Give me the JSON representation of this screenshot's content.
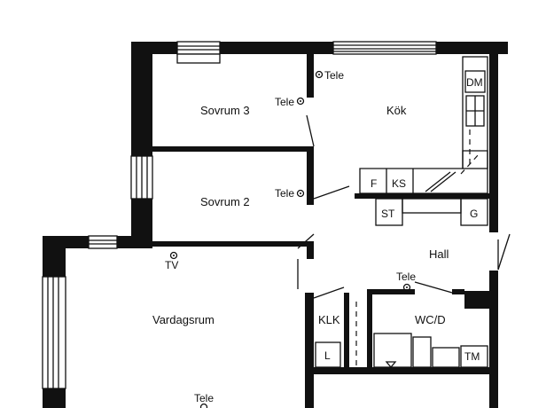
{
  "rooms": {
    "sovrum3": "Sovrum 3",
    "kok": "Kök",
    "sovrum2": "Sovrum 2",
    "hall": "Hall",
    "vardagsrum": "Vardagsrum",
    "wcd": "WC/D",
    "klk": "KLK"
  },
  "fixtures": {
    "dm": "DM",
    "f": "F",
    "ks": "KS",
    "st": "ST",
    "g": "G",
    "l": "L",
    "tm": "TM"
  },
  "outlets": {
    "tele_label": "Tele",
    "tv_label": "TV"
  }
}
